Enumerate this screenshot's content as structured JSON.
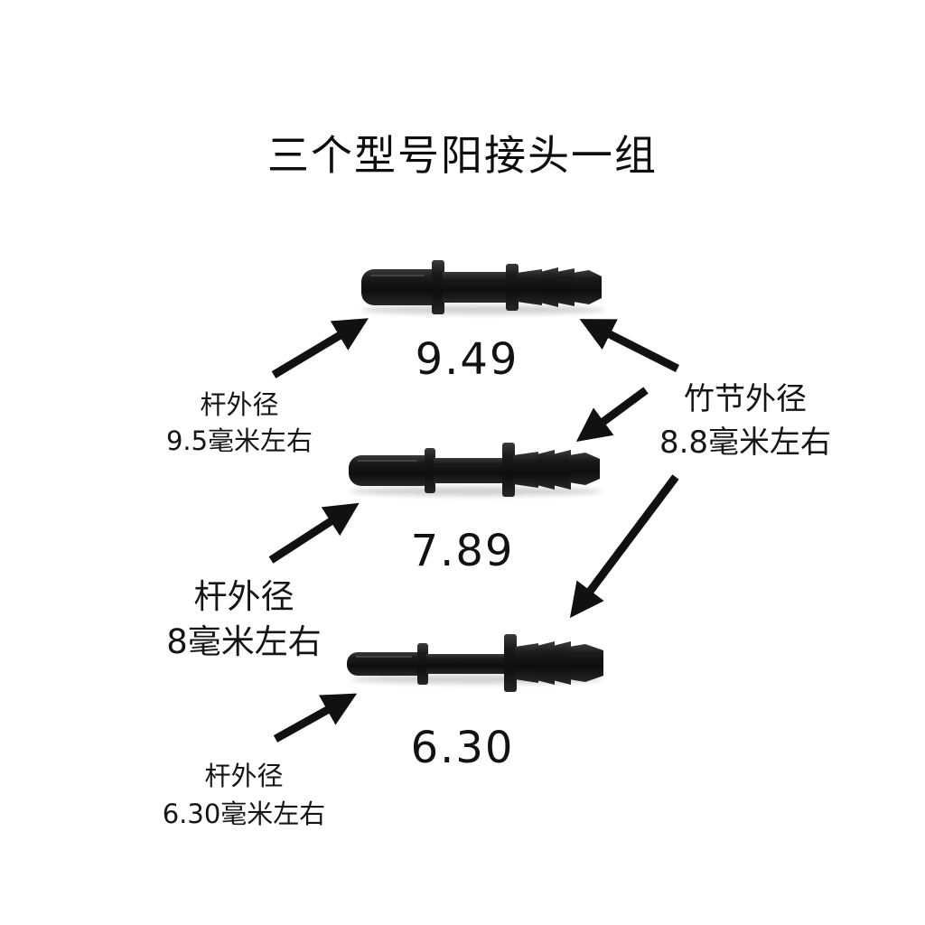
{
  "title": "三个型号阳接头一组",
  "connectors": [
    {
      "size": "9.49",
      "rod_line1": "杆外径",
      "rod_line2": "9.5毫米左右"
    },
    {
      "size": "7.89",
      "rod_line1": "杆外径",
      "rod_line2": "8毫米左右"
    },
    {
      "size": "6.30",
      "rod_line1": "杆外径",
      "rod_line2": "6.30毫米左右"
    }
  ],
  "barb_note": {
    "line1": "竹节外径",
    "line2": "8.8毫米左右"
  },
  "colors": {
    "background": "#ffffff",
    "part": "#141414",
    "arrow": "#111111"
  }
}
